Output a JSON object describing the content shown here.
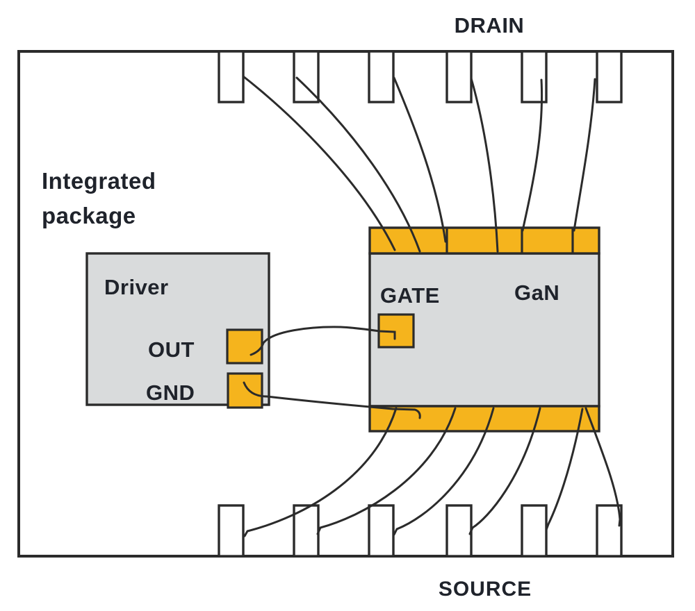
{
  "diagram": {
    "labels": {
      "drain": "DRAIN",
      "source": "SOURCE",
      "package_line1": "Integrated",
      "package_line2": "package",
      "driver": "Driver",
      "out": "OUT",
      "gnd": "GND",
      "gate": "GATE",
      "gan": "GaN"
    },
    "pins": {
      "drain_count": 6,
      "source_count": 6
    },
    "colors": {
      "pad_orange": "#f5b41d",
      "die_gray": "#d9dbdc",
      "driver_gray": "#d9dbdc",
      "line_dark": "#2b2b2b",
      "text_dark": "#1f232b",
      "background": "#ffffff"
    }
  }
}
